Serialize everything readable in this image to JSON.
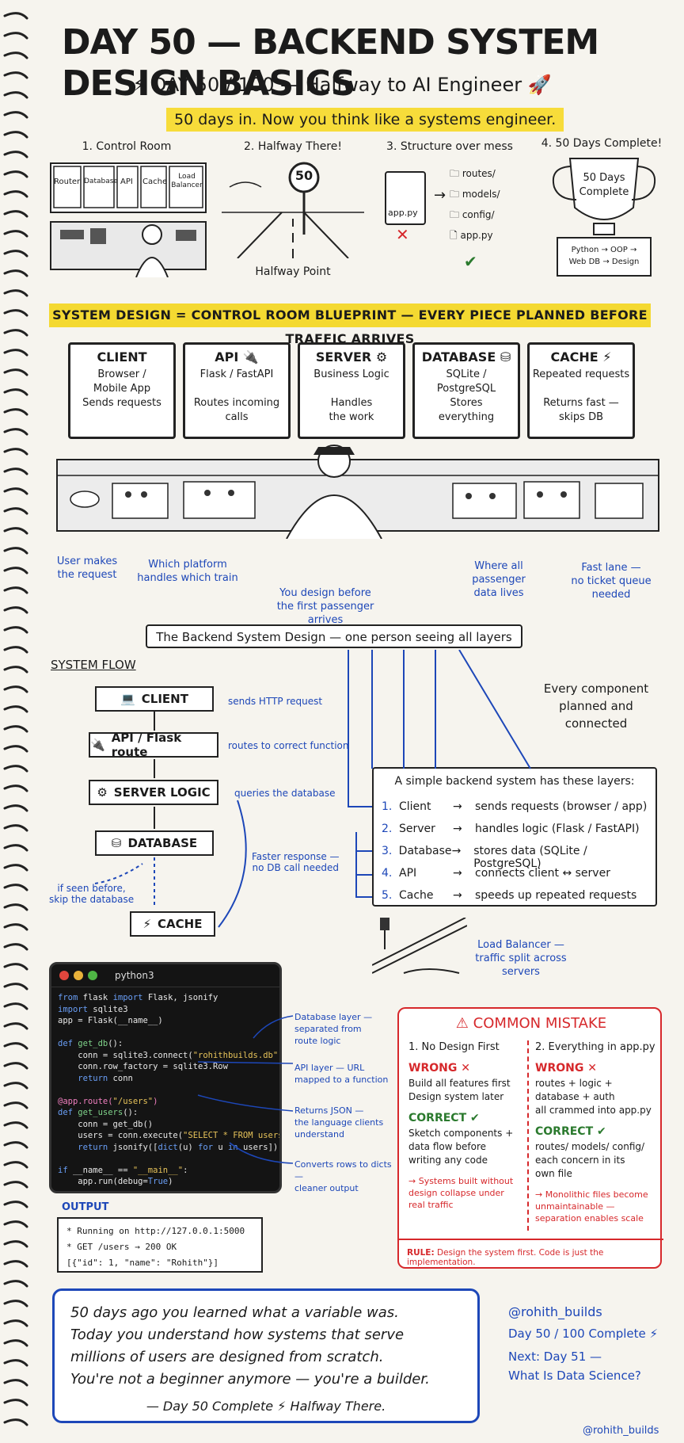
{
  "header": {
    "title": "DAY 50 — BACKEND SYSTEM DESIGN BASICS",
    "subtitle": "DAY 50 / 100 — Halfway to AI Engineer",
    "tagline": "50 days in. Now you think like a systems engineer."
  },
  "top_panels": [
    {
      "caption": "1. Control Room",
      "screens": [
        "Router",
        "Database",
        "API",
        "Cache",
        "Load Balancer"
      ]
    },
    {
      "caption": "2. Halfway There!",
      "sign": "50",
      "footer": "Halfway Point"
    },
    {
      "caption": "3. Structure over mess",
      "single_file": "app.py",
      "folders": [
        "routes/",
        "models/",
        "config/",
        "app.py"
      ]
    },
    {
      "caption": "4. 50 Days Complete!",
      "trophy_text": "50 Days Complete",
      "plaque": "Python → OOP → Web DB → Design"
    }
  ],
  "banner": "SYSTEM DESIGN = CONTROL ROOM BLUEPRINT — EVERY PIECE PLANNED BEFORE TRAFFIC ARRIVES",
  "monitors": [
    {
      "title": "CLIENT",
      "lines": "Browser /\nMobile App\nSends requests"
    },
    {
      "title": "API",
      "icon": "plug-icon",
      "lines": "Flask / FastAPI\n\nRoutes incoming\ncalls"
    },
    {
      "title": "SERVER",
      "icon": "gear-icon",
      "lines": "Business Logic\n\nHandles\nthe work"
    },
    {
      "title": "DATABASE",
      "icon": "database-icon",
      "lines": "SQLite /\nPostgreSQL\nStores\neverything"
    },
    {
      "title": "CACHE",
      "icon": "lightning-icon",
      "lines": "Repeated requests\n\nReturns fast —\nskips DB"
    }
  ],
  "control_notes": [
    "User makes\nthe request",
    "Which platform\nhandles which train",
    "You design before\nthe first passenger\narrives",
    "Where all\npassenger\ndata lives",
    "Fast lane —\nno ticket queue\nneeded"
  ],
  "system_design_box": "The Backend System Design — one person seeing all layers",
  "every_component": "Every component\nplanned and connected",
  "flow": {
    "heading": "SYSTEM FLOW",
    "boxes": [
      "CLIENT",
      "API / Flask route",
      "SERVER LOGIC",
      "DATABASE",
      "CACHE"
    ],
    "labels": [
      "sends HTTP request",
      "routes to correct function",
      "queries the database",
      "Faster response —\nno DB call needed",
      "if seen before,\nskip the database"
    ]
  },
  "layers": {
    "heading": "A simple backend system has these layers:",
    "rows": [
      {
        "n": "1.",
        "name": "Client",
        "desc": "sends requests (browser / app)"
      },
      {
        "n": "2.",
        "name": "Server",
        "desc": "handles logic (Flask / FastAPI)"
      },
      {
        "n": "3.",
        "name": "Database",
        "desc": "stores data (SQLite / PostgreSQL)"
      },
      {
        "n": "4.",
        "name": "API",
        "desc": "connects client ↔ server"
      },
      {
        "n": "5.",
        "name": "Cache",
        "desc": "speeds up repeated requests"
      }
    ],
    "arrow": "→"
  },
  "load_balancer": "Load Balancer —\ntraffic split across\nservers",
  "code": {
    "tab": "python3",
    "annotations": [
      "Database layer —\nseparated from\nroute logic",
      "API layer — URL\nmapped to a function",
      "Returns JSON —\nthe language clients\nunderstand",
      "Converts rows to dicts —\ncleaner output"
    ]
  },
  "output": {
    "heading": "OUTPUT",
    "lines": [
      "* Running on http://127.0.0.1:5000",
      "* GET /users → 200 OK",
      "[{\"id\": 1, \"name\": \"Rohith\"}]"
    ]
  },
  "mistake": {
    "title": "COMMON MISTAKE",
    "col1": {
      "head": "1. No Design First",
      "wrong": "WRONG",
      "wrong_text": "Build all features first\nDesign system later",
      "correct": "CORRECT",
      "correct_text": "Sketch components +\ndata flow before\nwriting any code",
      "note": "→ Systems built without\ndesign collapse under\nreal traffic"
    },
    "col2": {
      "head": "2. Everything in app.py",
      "wrong": "WRONG",
      "wrong_text": "routes + logic +\ndatabase + auth\nall crammed into app.py",
      "correct": "CORRECT",
      "correct_text": "routes/ models/ config/\neach concern in its\nown file",
      "note": "→ Monolithic files become\nunmaintainable —\nseparation enables scale"
    },
    "rule_label": "RULE:",
    "rule": "Design the system first. Code is just the implementation."
  },
  "closing": {
    "lines": [
      "50 days ago you learned what a variable was.",
      "Today you understand how systems that serve",
      "millions of users are designed from scratch.",
      "You're not a beginner anymore — you're a builder."
    ],
    "sign": "— Day 50 Complete ⚡ Halfway There."
  },
  "side": {
    "handle": "@rohith_builds",
    "progress": "Day 50 / 100 Complete ⚡",
    "next": "Next: Day 51 —\nWhat Is Data Science?",
    "footer_handle": "@rohith_builds"
  },
  "colors": {
    "accent_blue": "#1d47b8",
    "highlight_yellow": "#f4d931",
    "mistake_red": "#d6282b",
    "correct_green": "#2b7a2e"
  }
}
